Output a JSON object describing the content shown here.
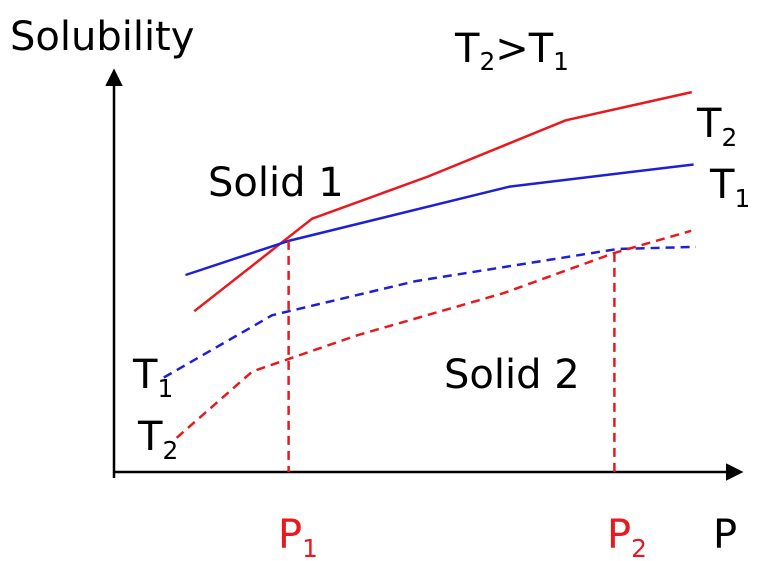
{
  "colors": {
    "axis": "#000000",
    "T1": "#1f1fd6",
    "T2": "#e8191e",
    "pressure_marker": "#e8191e",
    "text": "#000000"
  },
  "chart_data": {
    "type": "line",
    "title": "",
    "ylabel": "Solubility",
    "xlabel": "P",
    "xlim": [
      0,
      10
    ],
    "ylim": [
      0,
      10
    ],
    "condition": {
      "base": "T",
      "sub_a": "2",
      "relation": ">",
      "sub_b": "1"
    },
    "series": [
      {
        "key": "solid1_T2",
        "phase": "Solid 1",
        "curve_label": {
          "base": "T",
          "sub": "2"
        },
        "color": "#e8191e",
        "dashed": false,
        "x": [
          1.37,
          3.38,
          5.36,
          7.71,
          9.86
        ],
        "y": [
          4.0,
          6.3,
          7.35,
          8.75,
          9.45
        ]
      },
      {
        "key": "solid1_T1",
        "phase": "Solid 1",
        "curve_label": {
          "base": "T",
          "sub": "1"
        },
        "color": "#1f1fd6",
        "dashed": false,
        "x": [
          1.22,
          2.98,
          6.75,
          9.89
        ],
        "y": [
          4.9,
          5.75,
          7.1,
          7.65
        ]
      },
      {
        "key": "solid2_T1",
        "phase": "Solid 2",
        "curve_label": {
          "base": "T",
          "sub": "1"
        },
        "color": "#1f1fd6",
        "dashed": true,
        "x": [
          0.85,
          2.7,
          5.15,
          8.6,
          9.93
        ],
        "y": [
          2.35,
          3.9,
          4.75,
          5.55,
          5.6
        ]
      },
      {
        "key": "solid2_T2",
        "phase": "Solid 2",
        "curve_label": {
          "base": "T",
          "sub": "2"
        },
        "color": "#e8191e",
        "dashed": true,
        "x": [
          1.07,
          2.36,
          4.15,
          6.65,
          8.54,
          9.85
        ],
        "y": [
          0.85,
          2.5,
          3.4,
          4.45,
          5.45,
          6.0
        ]
      }
    ],
    "pressure_markers": [
      {
        "base": "P",
        "sub": "1",
        "x": 2.98,
        "y": 5.75
      },
      {
        "base": "P",
        "sub": "2",
        "x": 8.54,
        "y": 5.45
      }
    ],
    "annotations": [
      {
        "text": "Solid 1"
      },
      {
        "text": "Solid 2"
      }
    ]
  }
}
